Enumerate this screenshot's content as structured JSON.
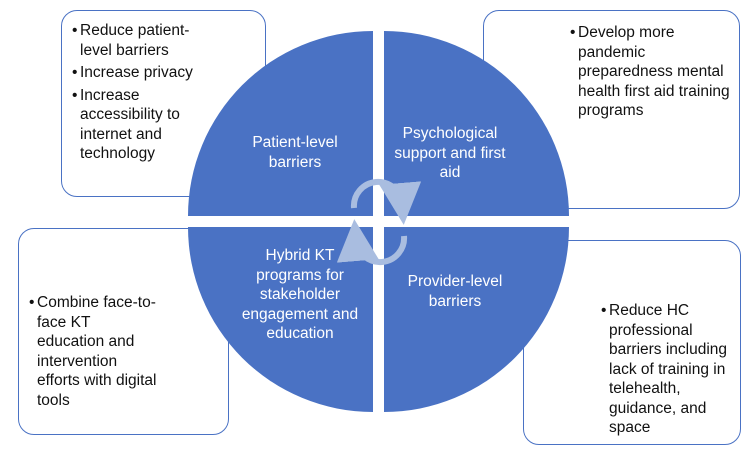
{
  "colors": {
    "quadrant": "#4a72c4",
    "box_border": "#4a72c4",
    "quadrant_text": "#ffffff",
    "arrow": "#a9bde0"
  },
  "quadrants": {
    "top_left": "Patient-level barriers",
    "top_right": "Psychological support and first aid",
    "bottom_left": "Hybrid KT programs for stakeholder engagement and education",
    "bottom_right": "Provider-level barriers"
  },
  "boxes": {
    "top_left": [
      "Reduce patient-level barriers",
      "Increase privacy",
      "Increase accessibility to internet and technology"
    ],
    "top_right": [
      "Develop more pandemic preparedness mental health first aid training programs"
    ],
    "bottom_left": [
      "Combine face-to-face KT education and intervention efforts with digital tools"
    ],
    "bottom_right": [
      "Reduce HC professional barriers including lack of training in telehealth, guidance, and space"
    ]
  }
}
